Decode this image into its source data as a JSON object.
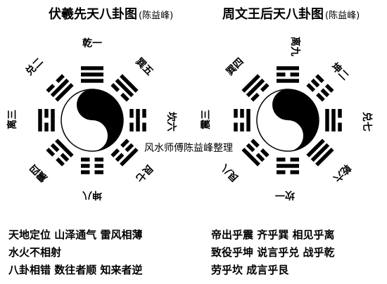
{
  "left": {
    "title": "伏羲先天八卦图",
    "title_sub": "(陈益峰)",
    "trigram_labels": {
      "top": "乾一",
      "top_right": "巽五",
      "right": "坎六",
      "bottom_right": "艮七",
      "bottom": "坤八",
      "bottom_left": "震四",
      "left": "离三",
      "top_left": "兑二"
    }
  },
  "right": {
    "title": "周文王后天八卦图",
    "title_sub": "(陈益峰)",
    "trigram_labels": {
      "top": "离九",
      "top_right": "坤二",
      "right": "兑七",
      "bottom_right": "乾六",
      "bottom": "坎一",
      "bottom_left": "艮八",
      "left": "震三",
      "top_left": "巽四"
    }
  },
  "watermark": "风水师傅陈益峰整理",
  "verses_left": [
    "天地定位 山泽通气 雷风相薄",
    "水火不相射",
    "八卦相错 数往者顺 知来者逆"
  ],
  "verses_right": [
    "帝出乎震 齐乎巽 相见乎离",
    "致役乎坤 说言乎兑 战乎乾",
    "劳乎坎 成言乎艮"
  ]
}
